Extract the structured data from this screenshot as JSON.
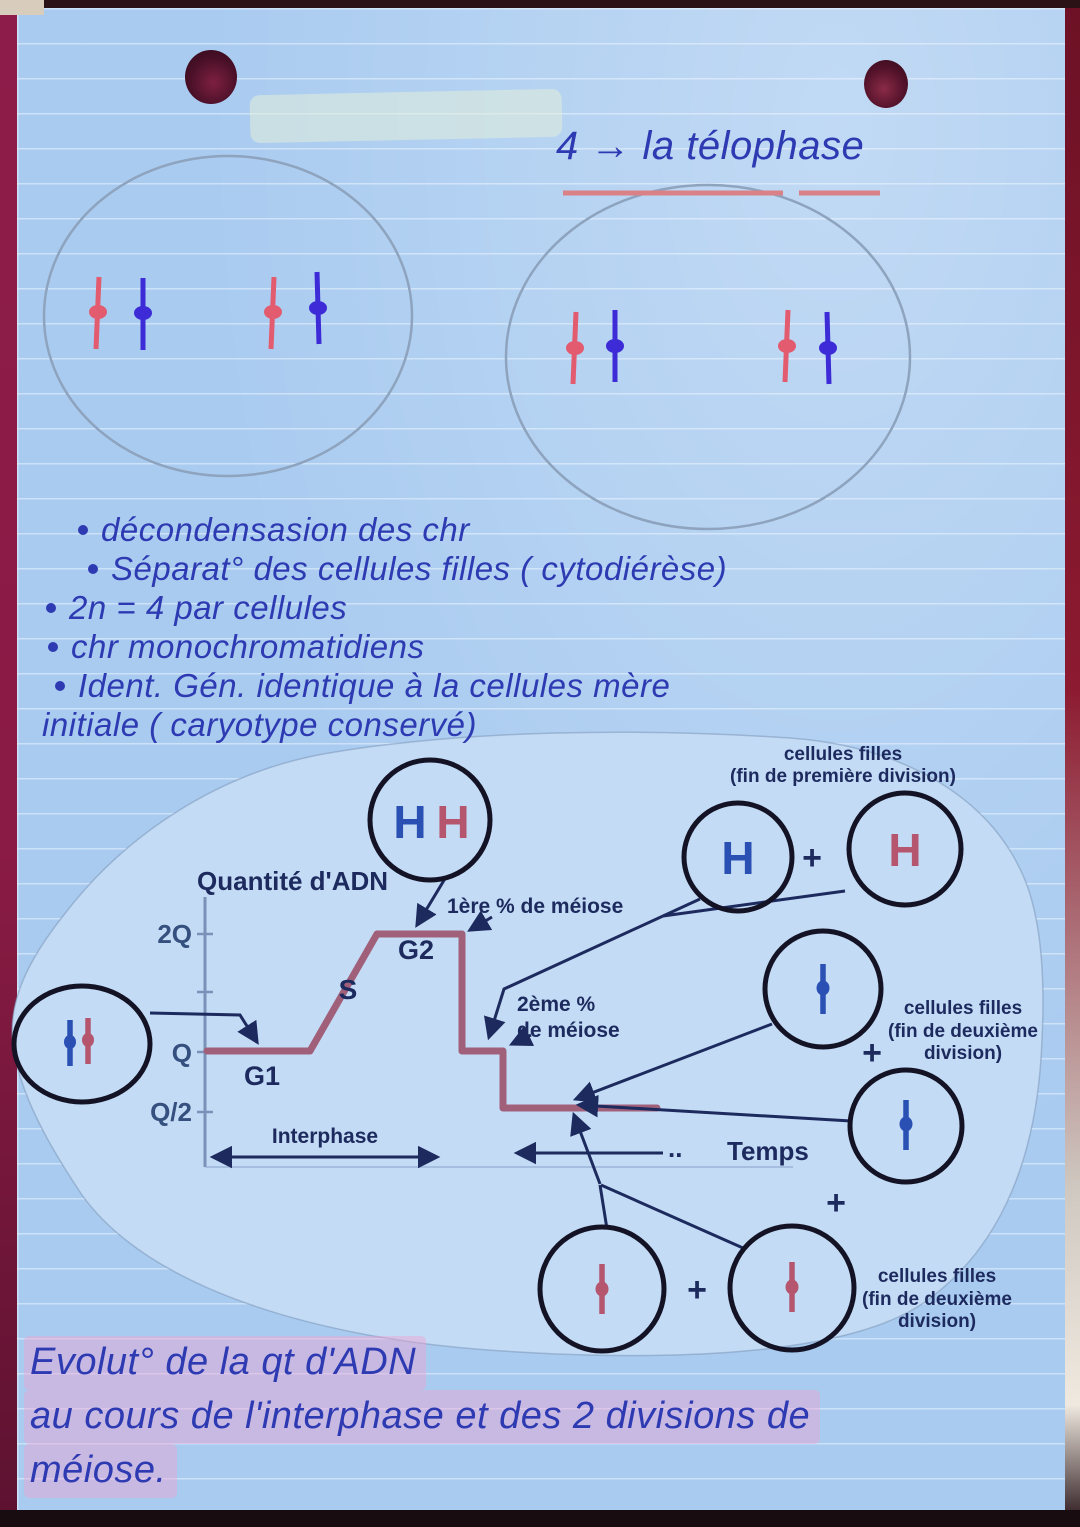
{
  "note": {
    "title": "4 → la télophase",
    "bullets": [
      "décondensasion des chr",
      "Séparat° des cellules filles ( cytodiérèse)",
      "2n = 4 par cellules",
      "chr monochromatidiens",
      "Ident. Gén. identique à la cellules mère",
      "initiale ( caryotype conservé)"
    ],
    "caption": {
      "line1": "Evolut° de la qt d'ADN",
      "line2": "au cours de l'interphase et des 2 divisions de",
      "line3": "méiose."
    }
  },
  "diagram": {
    "y_axis_title": "Quantité d'ADN",
    "tick_2q": "2Q",
    "tick_q": "Q",
    "tick_q_half": "Q/2",
    "phase_g1": "G1",
    "phase_s": "S",
    "phase_g2": "G2",
    "label_first_division": "1ère % de méiose",
    "label_second_division_line1": "2ème %",
    "label_second_division_line2": "de méiose",
    "label_interphase": "Interphase",
    "label_time": "Temps",
    "dots": "..",
    "plus": "+",
    "chromosome_letter": "H",
    "daughter_first": {
      "line1": "cellules filles",
      "line2": "(fin de première division)"
    },
    "daughter_second": {
      "line1": "cellules filles",
      "line2": "(fin de deuxième",
      "line3": "division)"
    }
  },
  "chart_data": {
    "type": "line",
    "title": "Quantité d'ADN",
    "xlabel": "Temps",
    "ylabel": "Quantité d'ADN",
    "ytick_labels": [
      "Q/2",
      "Q",
      "2Q"
    ],
    "ytick_values_rel_Q": [
      0.5,
      1,
      2
    ],
    "grid": false,
    "series": [
      {
        "name": "quantité d'ADN par cellule",
        "points": [
          {
            "phase": "G1 (interphase)",
            "value_rel_Q": 1
          },
          {
            "phase": "S (interphase)",
            "value_rel_Q": "1 → 2"
          },
          {
            "phase": "G2 (interphase)",
            "value_rel_Q": 2
          },
          {
            "phase": "fin de 1ère division de méiose",
            "value_rel_Q": 1
          },
          {
            "phase": "fin de 2ème division de méiose",
            "value_rel_Q": 0.5
          }
        ]
      }
    ],
    "x_range_labels": [
      "Interphase",
      "Temps"
    ],
    "annotations": [
      "1ère % de méiose : chute de 2Q à Q",
      "2ème % de méiose : chute de Q à Q/2",
      "cellules filles (fin de première division) : H + H",
      "cellules filles (fin de deuxième division) : 2 cellules à chromosome bleu, 2 cellules à chromosome rouge"
    ]
  },
  "colors": {
    "paper": "#a9cbf0",
    "ink_handwriting": "#2d3ab2",
    "underline_red": "#d98186",
    "printed_navy": "#1d2a5e",
    "curve_mauve": "#a0607a",
    "chromosome_blue": "#2b50b4",
    "chromosome_red": "#b5566e",
    "handdrawn_red": "#e25b6e",
    "handdrawn_blue": "#3c2bd6",
    "highlight_pink": "#f3a0d2",
    "edge_crimson": "#8e1c4a"
  }
}
